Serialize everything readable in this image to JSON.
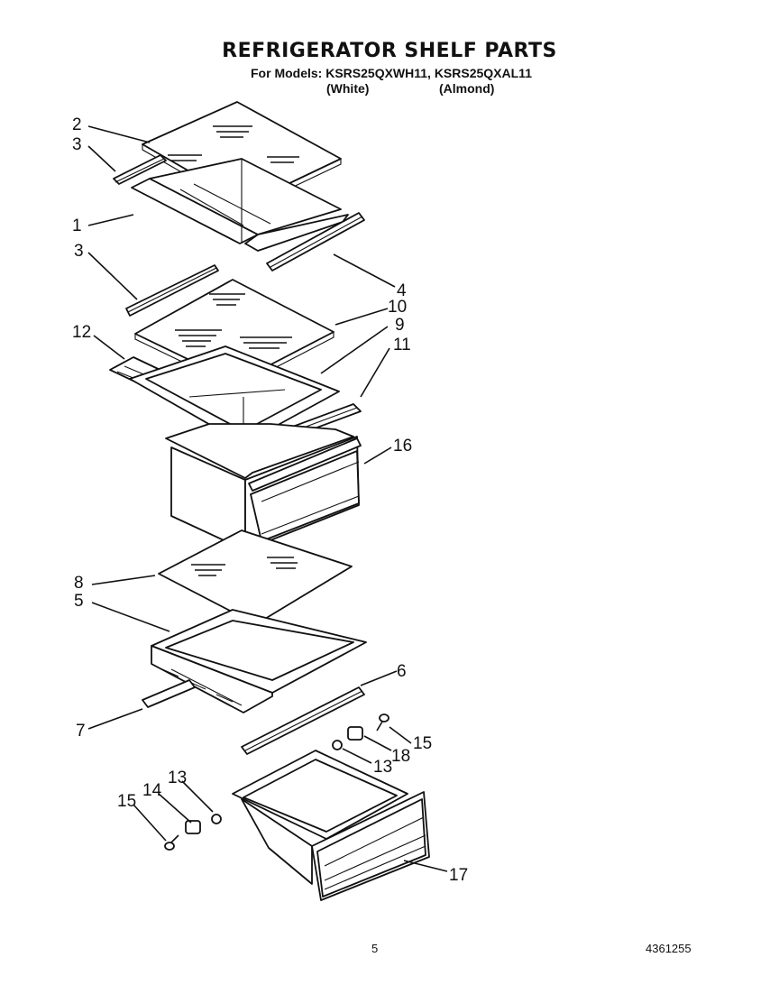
{
  "header": {
    "title": "REFRIGERATOR SHELF PARTS",
    "models_line": "For Models: KSRS25QXWH11, KSRS25QXAL11",
    "color_white": "(White)",
    "color_almond": "(Almond)"
  },
  "callouts": {
    "c2": "2",
    "c3a": "3",
    "c1": "1",
    "c3b": "3",
    "c4": "4",
    "c10": "10",
    "c12": "12",
    "c9": "9",
    "c11": "11",
    "c16": "16",
    "c8": "8",
    "c5": "5",
    "c6": "6",
    "c7": "7",
    "c15a": "15",
    "c18": "18",
    "c13a": "13",
    "c13b": "13",
    "c14": "14",
    "c15b": "15",
    "c17": "17"
  },
  "footer": {
    "page_number": "5",
    "document_number": "4361255"
  }
}
